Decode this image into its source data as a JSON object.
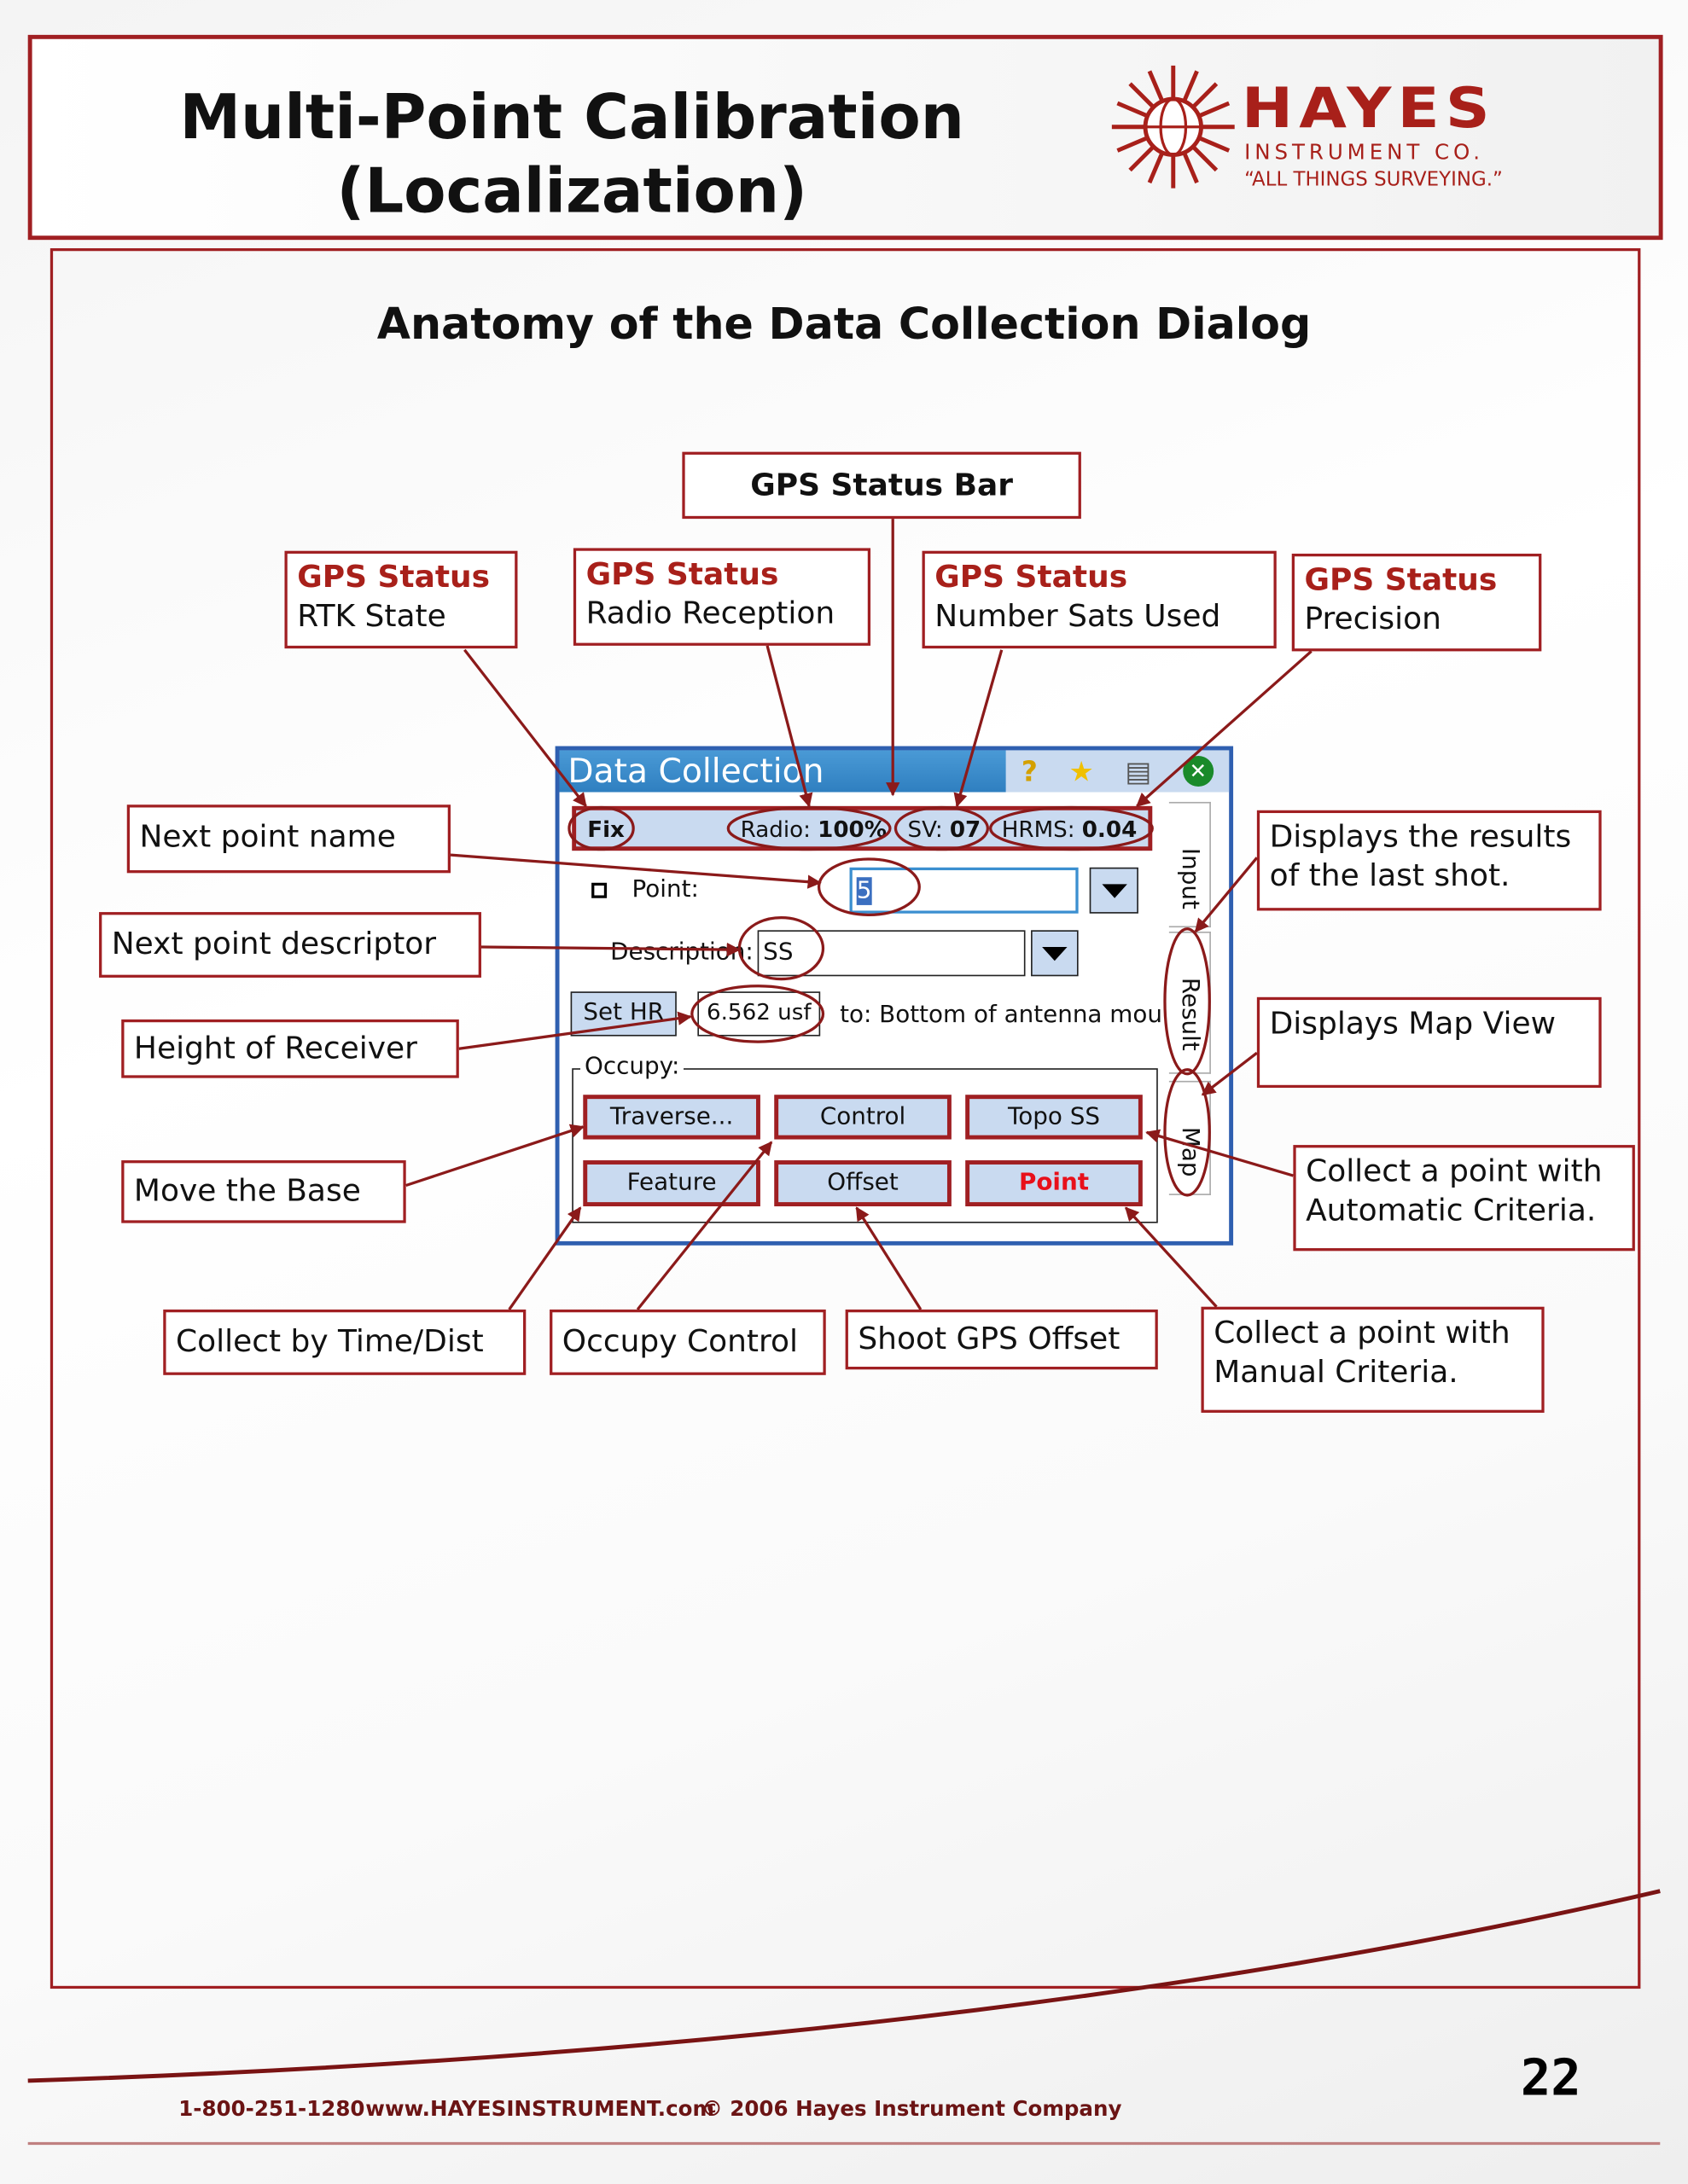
{
  "header": {
    "title_line1": "Multi-Point Calibration",
    "title_line2": "(Localization)"
  },
  "logo": {
    "name": "HAYES",
    "line2": "INSTRUMENT CO.",
    "tagline": "“ALL THINGS SURVEYING.”",
    "color": "#a8201a"
  },
  "subtitle": "Anatomy of the Data Collection Dialog",
  "callouts": {
    "status_bar": "GPS Status Bar",
    "rtk": {
      "title": "GPS Status",
      "text": "RTK State"
    },
    "radio": {
      "title": "GPS Status",
      "text": "Radio Reception"
    },
    "sats": {
      "title": "GPS Status",
      "text": "Number Sats Used"
    },
    "precision": {
      "title": "GPS Status",
      "text": "Precision"
    },
    "next_point": "Next point name",
    "next_desc": "Next point descriptor",
    "height": "Height of Receiver",
    "move_base": "Move the Base",
    "results": "Displays the results of the last shot.",
    "map": "Displays Map View",
    "auto": "Collect a point with Automatic Criteria.",
    "time_dist": "Collect by Time/Dist",
    "occupy_control": "Occupy Control",
    "offset": "Shoot GPS Offset",
    "manual": "Collect a point with Manual Criteria."
  },
  "dialog": {
    "title": "Data Collection",
    "icons": [
      "help-icon",
      "favorites-star-icon",
      "checklist-icon",
      "close-icon"
    ],
    "status": {
      "fix": "Fix",
      "radio_label": "Radio:",
      "radio_value": "100%",
      "sv_label": "SV:",
      "sv_value": "07",
      "hrms_label": "HRMS:",
      "hrms_value": "0.04"
    },
    "point_label": "Point:",
    "point_value": "5",
    "description_label": "Description:",
    "description_value": "SS",
    "set_hr": "Set HR",
    "hr_value": "6.562 usf",
    "hr_to": "to: Bottom of antenna mou",
    "occupy_label": "Occupy:",
    "buttons": [
      "Traverse...",
      "Control",
      "Topo SS",
      "Feature",
      "Offset",
      "Point"
    ],
    "tabs": [
      "Input",
      "Result",
      "Map"
    ]
  },
  "footer": {
    "phone": "1-800-251-1280",
    "web": "www.HAYESINSTRUMENT.com",
    "copyright": "© 2006 Hayes Instrument Company",
    "page": "22"
  }
}
